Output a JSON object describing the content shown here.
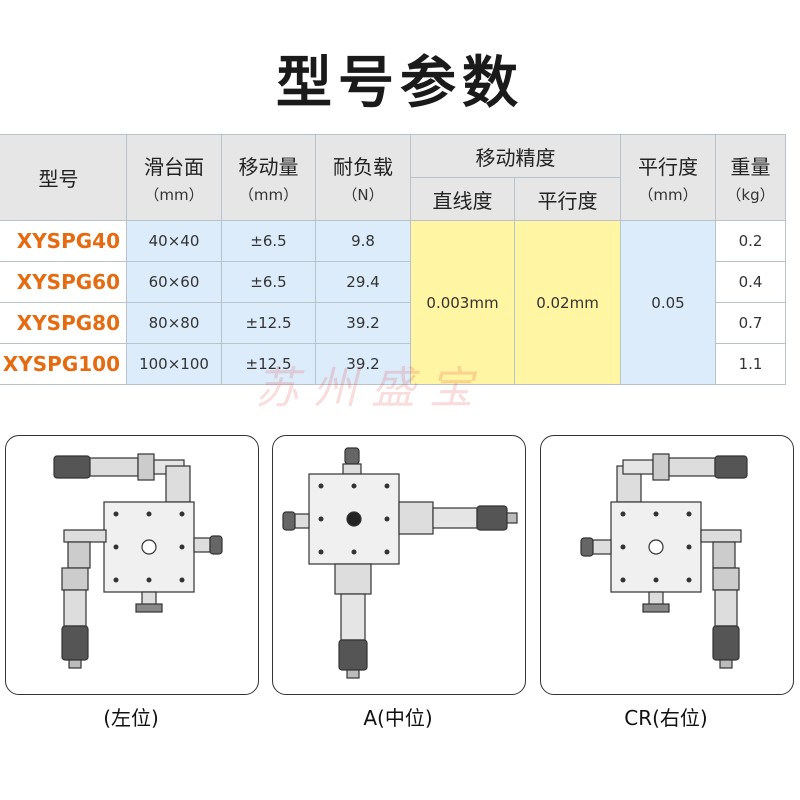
{
  "title": "型号参数",
  "table": {
    "headers": {
      "model": "型号",
      "platform": {
        "label": "滑台面",
        "unit": "（mm）"
      },
      "travel": {
        "label": "移动量",
        "unit": "（mm）"
      },
      "load": {
        "label": "耐负载",
        "unit": "（N）"
      },
      "precision": {
        "label": "移动精度",
        "sub1": "直线度",
        "sub2": "平行度"
      },
      "parallel": {
        "label": "平行度",
        "unit": "（mm）"
      },
      "weight": {
        "label": "重量",
        "unit": "（kg）"
      }
    },
    "rows": [
      {
        "model": "XYSPG40",
        "platform": "40×40",
        "travel": "±6.5",
        "load": "9.8",
        "weight": "0.2"
      },
      {
        "model": "XYSPG60",
        "platform": "60×60",
        "travel": "±6.5",
        "load": "29.4",
        "weight": "0.4"
      },
      {
        "model": "XYSPG80",
        "platform": "80×80",
        "travel": "±12.5",
        "load": "39.2",
        "weight": "0.7"
      },
      {
        "model": "XYSPG100",
        "platform": "100×100",
        "travel": "±12.5",
        "load": "39.2",
        "weight": "1.1"
      }
    ],
    "shared": {
      "straightness": "0.003mm",
      "parallelism": "0.02mm",
      "parallel_mm": "0.05"
    }
  },
  "watermark": "苏州盛宝",
  "diagrams": [
    {
      "caption": "(左位)"
    },
    {
      "caption": "A(中位)"
    },
    {
      "caption": "CR(右位)"
    }
  ],
  "colors": {
    "model_text": "#e56a10",
    "cell_blue": "#dcecfa",
    "cell_yellow": "#fff5a3",
    "header_gray": "#e6e6e6"
  }
}
